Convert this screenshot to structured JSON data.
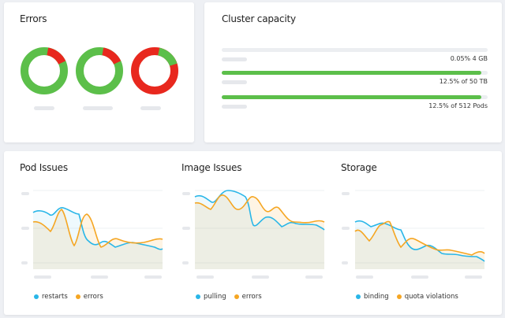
{
  "errors": {
    "title": "Errors"
  },
  "capacity": {
    "title": "Cluster capacity",
    "rows": [
      {
        "label": "0.05% 4 GB",
        "fraction": 0.0005
      },
      {
        "label": "12.5% of 50 TB",
        "fraction": 0.125
      },
      {
        "label": "12.5% of 512 Pods",
        "fraction": 0.125
      }
    ]
  },
  "charts": [
    {
      "title": "Pod Issues",
      "legend": [
        "restarts",
        "errors"
      ]
    },
    {
      "title": "Image Issues",
      "legend": [
        "pulling",
        "errors"
      ]
    },
    {
      "title": "Storage",
      "legend": [
        "binding",
        "quota violations"
      ]
    }
  ],
  "colors": {
    "green": "#5cbf4a",
    "red": "#e8281e",
    "blue": "#29b6e8",
    "orange": "#f5a623"
  }
}
